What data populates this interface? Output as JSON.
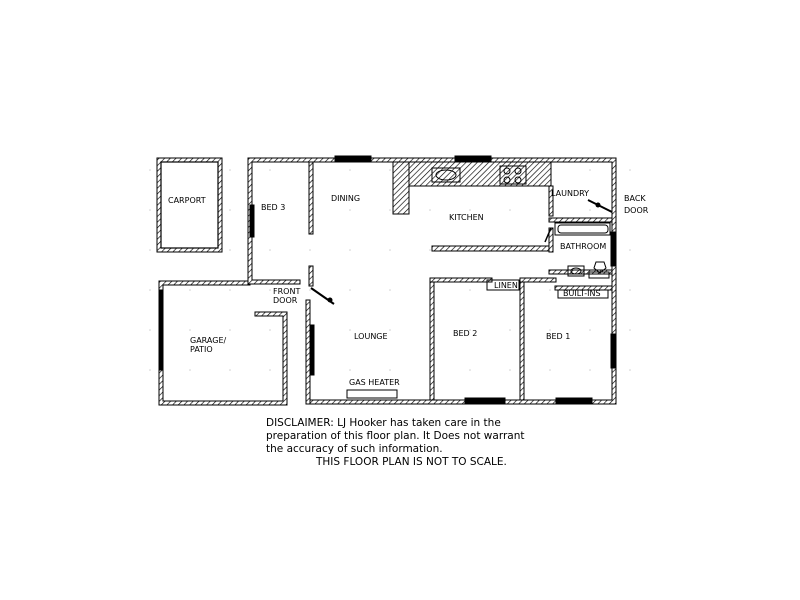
{
  "rooms": {
    "carport": "CARPORT",
    "bed3": "BED 3",
    "dining": "DINING",
    "kitchen": "KITCHEN",
    "laundry": "LAUNDRY",
    "back_door_1": "BACK",
    "back_door_2": "DOOR",
    "bathroom": "BATHROOM",
    "linen": "LINEN",
    "built_ins": "BUILT-INS",
    "front_door_1": "FRONT",
    "front_door_2": "DOOR",
    "garage_1": "GARAGE/",
    "garage_2": "PATIO",
    "lounge": "LOUNGE",
    "bed2": "BED 2",
    "bed1": "BED 1",
    "gas_heater": "GAS HEATER"
  },
  "disclaimer": {
    "line1": "DISCLAIMER: LJ Hooker has taken care in the",
    "line2": "preparation of this floor plan. It Does not warrant",
    "line3": "the accuracy of such information.",
    "line4": "THIS FLOOR PLAN IS NOT TO SCALE."
  }
}
